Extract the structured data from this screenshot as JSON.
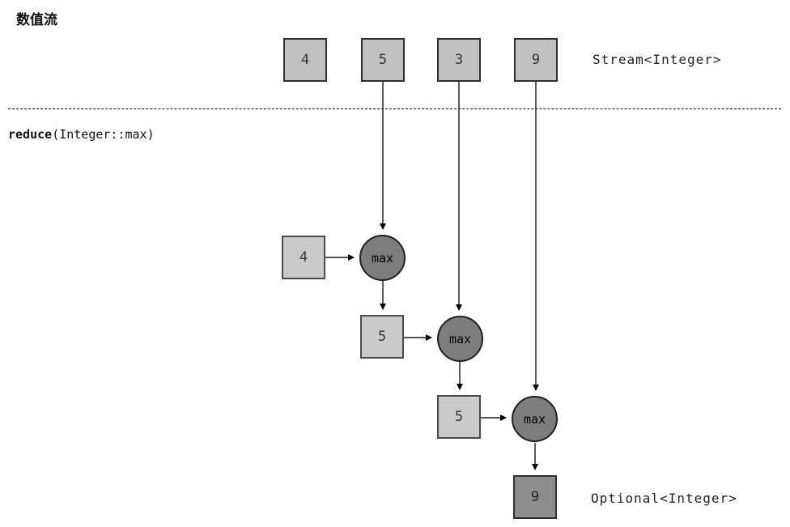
{
  "title": "数值流",
  "stream": {
    "boxes": [
      "4",
      "5",
      "3",
      "9"
    ],
    "type_label": "Stream<Integer>"
  },
  "operation": {
    "name_bold": "reduce",
    "args": "(Integer::max)"
  },
  "reduction": {
    "inputs": [
      "4",
      "5",
      "5"
    ],
    "ops": [
      "max",
      "max",
      "max"
    ]
  },
  "result": {
    "value": "9",
    "type_label": "Optional<Integer>"
  },
  "colors": {
    "stream_box_fill": "#c1c1c1",
    "result_box_fill": "#cacaca",
    "op_circle_fill": "#7d7d7d",
    "final_box_fill": "#8d8d8d",
    "line_color": "#1a1a1a"
  }
}
